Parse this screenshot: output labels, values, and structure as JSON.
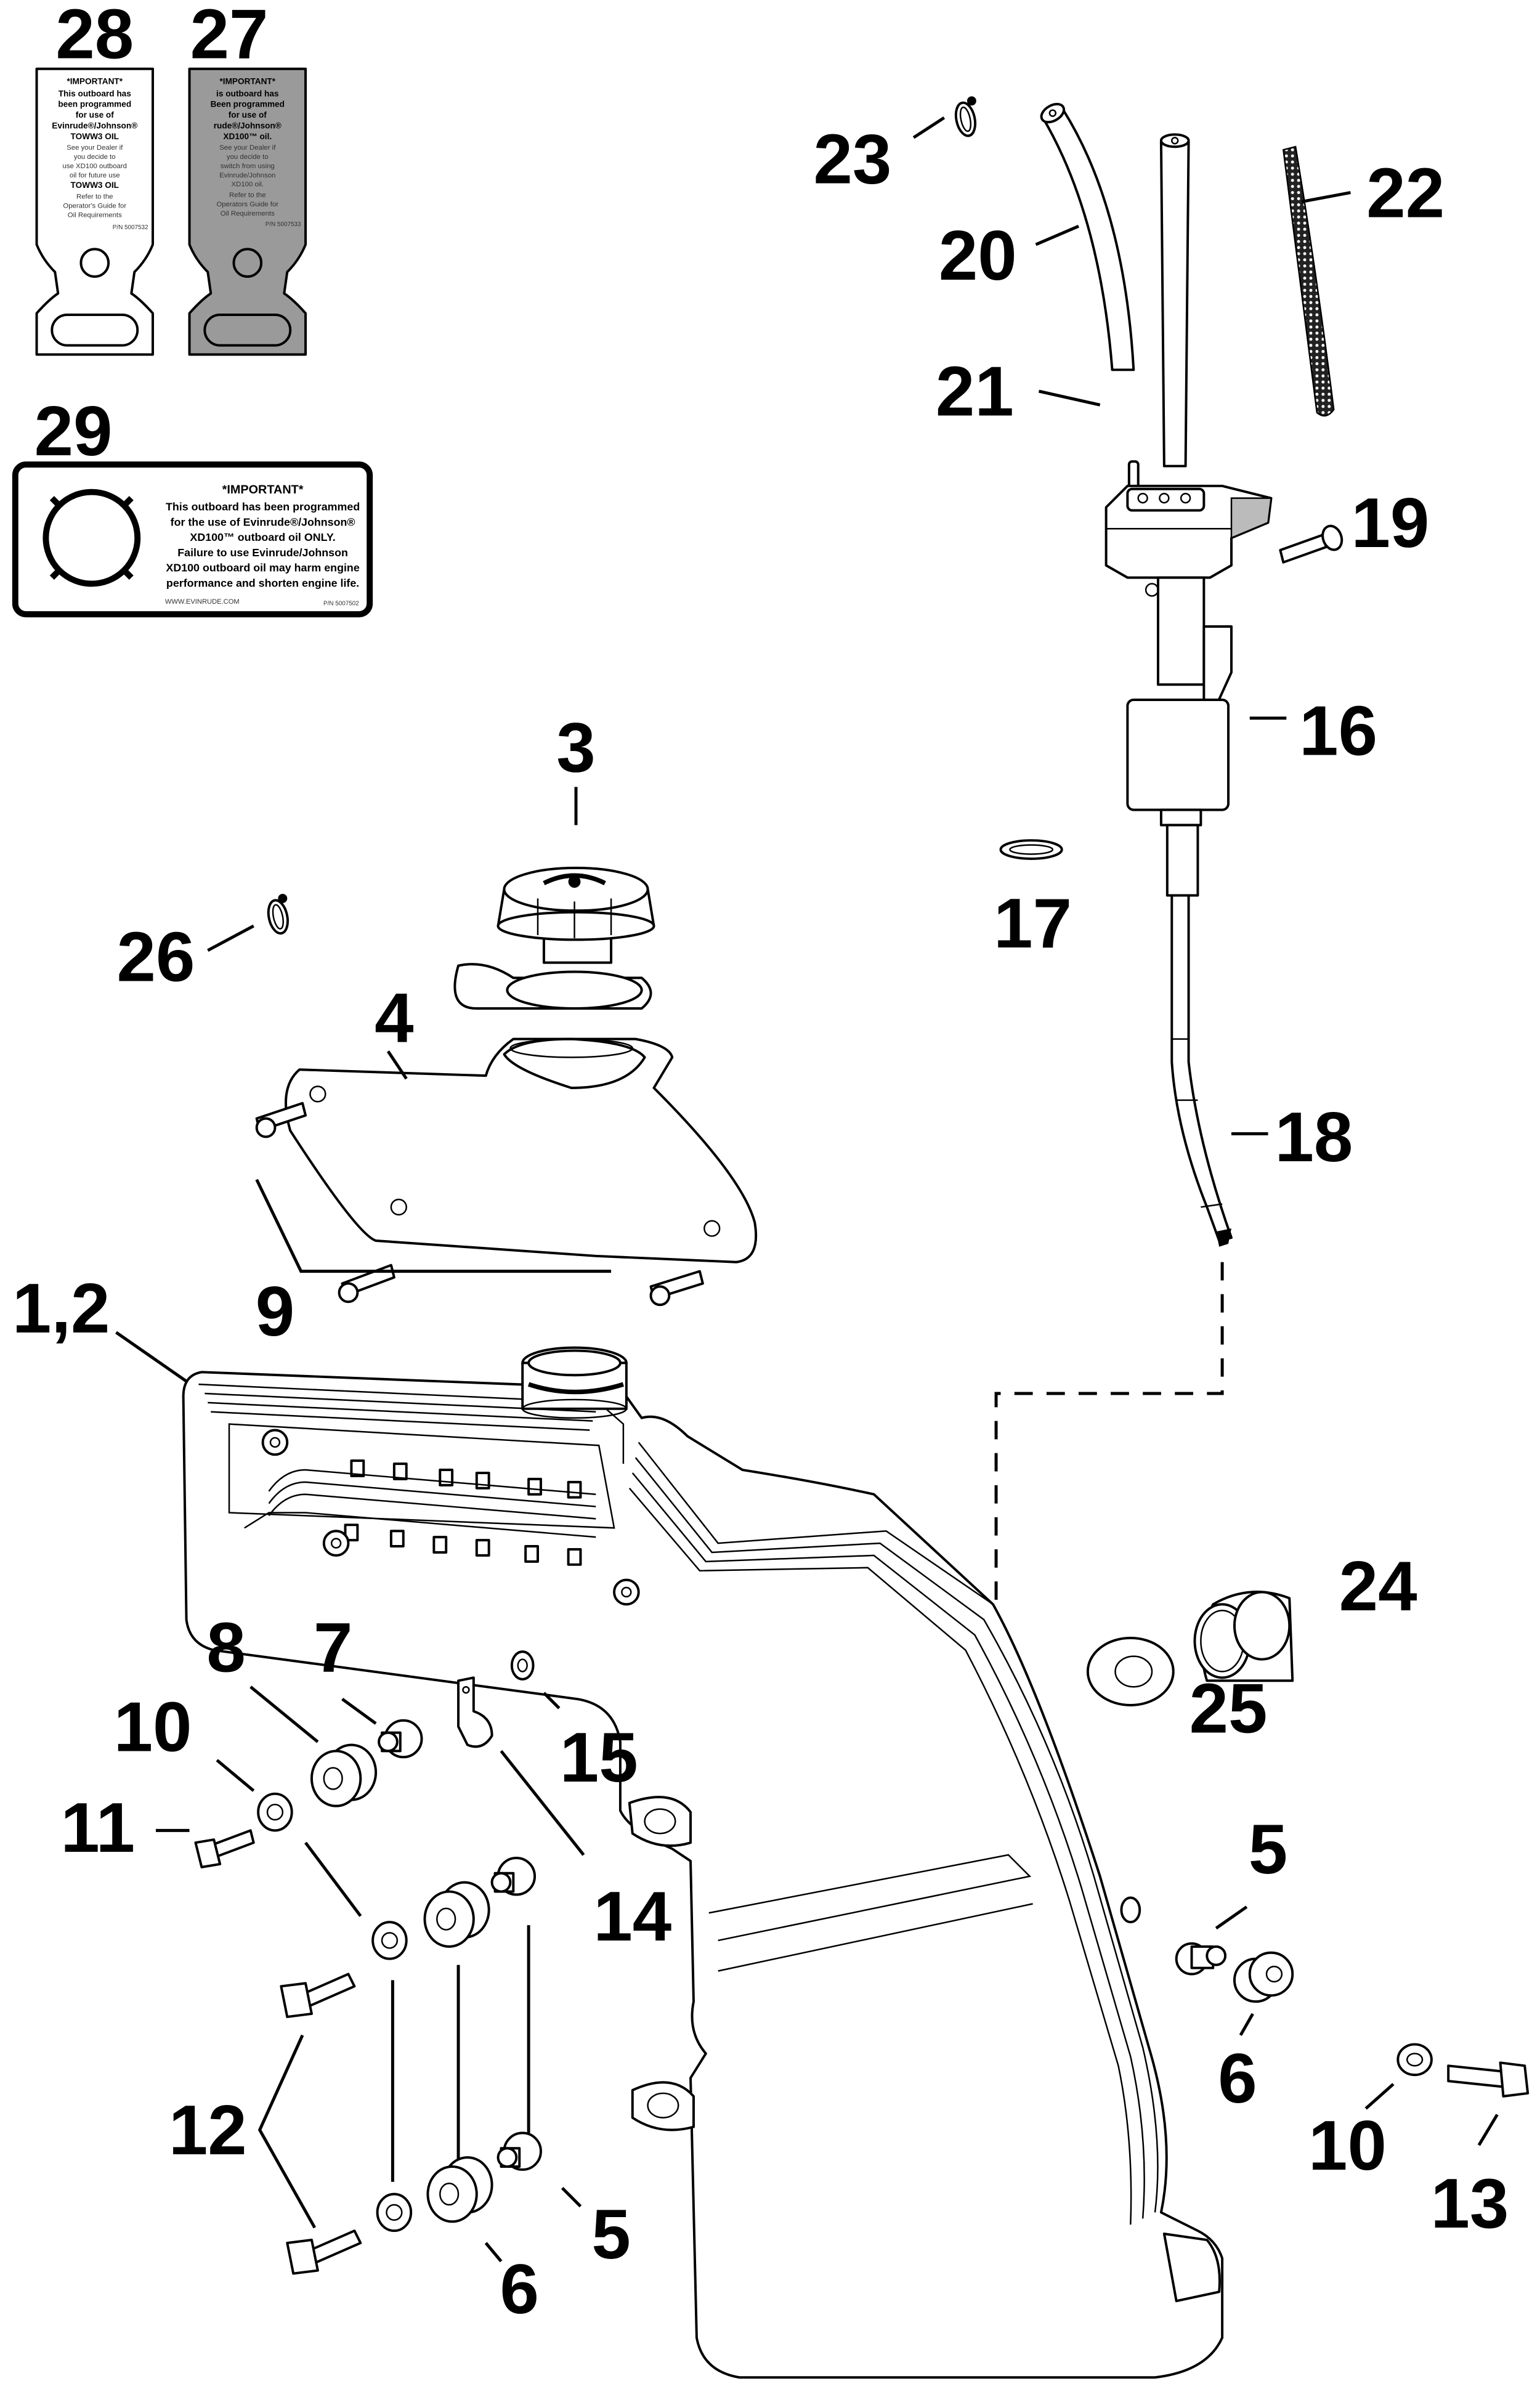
{
  "diagram": {
    "title": "Oil tank exploded parts diagram",
    "callouts": {
      "c1_2": "1,2",
      "c3": "3",
      "c4": "4",
      "c5a": "5",
      "c5b": "5",
      "c6a": "6",
      "c6b": "6",
      "c7": "7",
      "c8": "8",
      "c9": "9",
      "c10a": "10",
      "c10b": "10",
      "c11": "11",
      "c12": "12",
      "c13": "13",
      "c14": "14",
      "c15": "15",
      "c16": "16",
      "c17": "17",
      "c18": "18",
      "c19": "19",
      "c20": "20",
      "c21": "21",
      "c22": "22",
      "c23": "23",
      "c24": "24",
      "c25": "25",
      "c26": "26",
      "c27": "27",
      "c28": "28",
      "c29": "29"
    },
    "decal_28": {
      "lines": [
        "*IMPORTANT*",
        "This outboard has",
        "been programmed",
        "for use of",
        "Evinrude®/Johnson®",
        "TOWW3 OIL",
        "See your Dealer if",
        "you decide to",
        "use XD100 outboard",
        "oil for future use",
        "TOWW3 OIL",
        "Refer to the",
        "Operator's Guide for",
        "Oil Requirements",
        "P/N 5007532"
      ]
    },
    "decal_27": {
      "lines": [
        "*IMPORTANT*",
        "is outboard has",
        "Been programmed",
        "for use of",
        "rude®/Johnson®",
        "XD100™ oil.",
        "See your Dealer if",
        "you decide to",
        "switch from using",
        "Evinrude/Johnson",
        "XD100 oil.",
        "Refer to the",
        "Operators Guide for",
        "Oil Requirements",
        "P/N 5007533"
      ]
    },
    "decal_29": {
      "heading": "*IMPORTANT*",
      "lines": [
        "This outboard has been programmed",
        "for the use of Evinrude®/Johnson®",
        "XD100™ outboard oil ONLY.",
        "Failure to use Evinrude/Johnson",
        "XD100 outboard oil may harm engine",
        "performance and shorten engine life."
      ],
      "website": "WWW.EVINRUDE.COM",
      "part_number": "P/N 5007502"
    }
  }
}
